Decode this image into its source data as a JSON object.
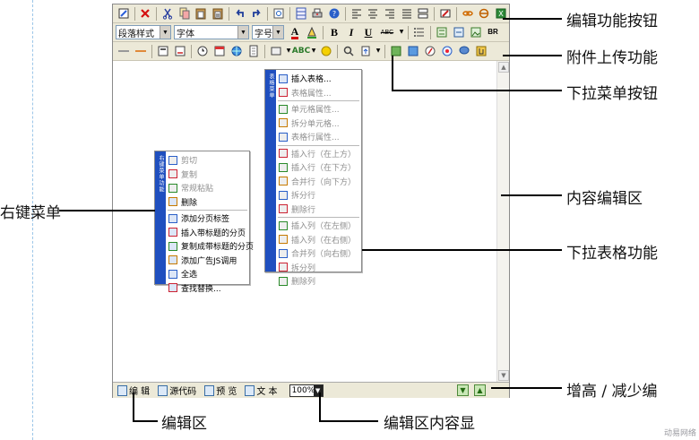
{
  "toolbar_row1_icons": [
    "paint-icon",
    "delete-icon",
    "cut-icon",
    "copy-icon",
    "paste-icon",
    "paste-text-icon",
    "undo-icon",
    "redo-icon",
    "find-icon",
    "table-icon",
    "print-icon",
    "help-icon",
    "align-left-icon",
    "align-center-icon",
    "align-right-icon",
    "justify-icon",
    "page-break-icon",
    "eraser-icon",
    "link-icon",
    "anchor-icon",
    "excel-icon"
  ],
  "toolbar_row2": {
    "paragraph_format": "段落样式",
    "font_family": "字体",
    "font_size": "字号",
    "font_color_label": "A",
    "bold_label": "B",
    "italic_label": "I",
    "underline_label": "U",
    "strike_label": "ABC"
  },
  "toolbar_row3_icons": [
    "hr-icon",
    "line-icon",
    "sup-icon",
    "sub-icon",
    "clock-icon",
    "calendar-icon",
    "globe-icon",
    "image-icon",
    "form-icon",
    "symbol-icon",
    "zoom-icon",
    "upload-icon",
    "dropdown-arrow-icon",
    "frame-icon",
    "media-icon",
    "flash-icon",
    "color-icon",
    "emoji-icon",
    "attach-icon"
  ],
  "context_menu": {
    "strip_text": "右键菜单功能",
    "items": [
      {
        "label": "剪切",
        "disabled": true,
        "icon": "cut-icon"
      },
      {
        "label": "复制",
        "disabled": true,
        "icon": "copy-icon"
      },
      {
        "label": "常规粘贴",
        "disabled": true,
        "icon": "paste-icon"
      },
      {
        "label": "删除",
        "disabled": false,
        "icon": "delete-icon"
      },
      {
        "label": "添加分页标签",
        "disabled": false,
        "icon": "pagebreak-icon"
      },
      {
        "label": "插入带标题的分页",
        "disabled": false,
        "icon": "titled-page-icon"
      },
      {
        "label": "复制成带标题的分页",
        "disabled": false,
        "icon": "copy-page-icon"
      },
      {
        "label": "添加广告JS调用",
        "disabled": false,
        "icon": "js-icon"
      },
      {
        "label": "全选",
        "disabled": false,
        "icon": "select-all-icon"
      },
      {
        "label": "查找替换...",
        "disabled": false,
        "icon": "find-replace-icon"
      }
    ]
  },
  "table_menu": {
    "strip_text": "表格菜单",
    "items": [
      {
        "label": "插入表格...",
        "disabled": false
      },
      {
        "label": "表格属性...",
        "disabled": true
      },
      {
        "label": "单元格属性...",
        "disabled": true
      },
      {
        "label": "拆分单元格...",
        "disabled": true
      },
      {
        "label": "表格行属性...",
        "disabled": true
      },
      {
        "label": "插入行（在上方）",
        "disabled": true
      },
      {
        "label": "插入行（在下方）",
        "disabled": true
      },
      {
        "label": "合并行（向下方）",
        "disabled": true
      },
      {
        "label": "拆分行",
        "disabled": true
      },
      {
        "label": "删除行",
        "disabled": true
      },
      {
        "label": "插入列（在左侧）",
        "disabled": true
      },
      {
        "label": "插入列（在右侧）",
        "disabled": true
      },
      {
        "label": "合并列（向右侧）",
        "disabled": true
      },
      {
        "label": "拆分列",
        "disabled": true
      },
      {
        "label": "删除列",
        "disabled": true
      }
    ]
  },
  "bottom_bar": {
    "mode_edit": "编 辑",
    "mode_source": "源代码",
    "mode_preview": "预 览",
    "mode_text": "文 本",
    "zoom": "100%"
  },
  "callouts": {
    "edit_buttons": "编辑功能按钮",
    "attachment_upload": "附件上传功能",
    "dropdown_button": "下拉菜单按钮",
    "content_area": "内容编辑区",
    "table_dropdown": "下拉表格功能",
    "context_menu": "右键菜单",
    "height_adjust": "增高 / 减少编",
    "edit_area": "编辑区",
    "zoom_display": "编辑区内容显"
  },
  "watermark": "动易网络",
  "colors": {
    "toolbar_bg": "#ece9d8",
    "menu_strip": "#1f4fbf",
    "guide_line": "#9cc6e8"
  }
}
